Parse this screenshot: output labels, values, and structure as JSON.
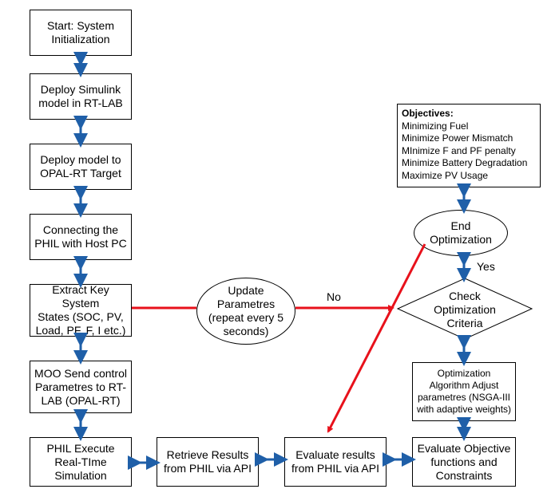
{
  "nodes": {
    "start": "Start: System\nInitialization",
    "deploy_simulink": "Deploy Simulink\nmodel in RT-LAB",
    "deploy_opal": "Deploy model to\nOPAL-RT Target",
    "connect_phil": "Connecting the\nPHIL with Host PC",
    "extract_states": "Extract Key System\nStates (SOC, PV,\nLoad, PF, F, I etc.)",
    "moo_send": "MOO Send control\nParametres to RT-\nLAB (OPAL-RT)",
    "phil_execute": "PHIL Execute\nReal-TIme\nSimulation",
    "retrieve_results": "Retrieve Results\nfrom PHIL via API",
    "evaluate_results": "Evaluate results\nfrom PHIL via API",
    "evaluate_objective": "Evaluate Objective\nfunctions and\nConstraints",
    "optimization_adjust": "Optimization\nAlgorithm Adjust\nparametres (NSGA-III\nwith adaptive weights)",
    "check_criteria": "Check\nOptimization\nCriteria",
    "end_optimization": "End\nOptimization",
    "update_params": "Update\nParametres\n(repeat every 5\nseconds)"
  },
  "objectives": {
    "title": "Objectives:",
    "items": [
      "Minimizing Fuel",
      "Minimize Power Mismatch",
      "MInimize F and PF penalty",
      "Minimize Battery Degradation",
      "Maximize PV Usage"
    ]
  },
  "labels": {
    "yes": "Yes",
    "no": "No"
  },
  "colors": {
    "arrow_blue": "#1f5fa8",
    "arrow_red": "#e8111b"
  }
}
